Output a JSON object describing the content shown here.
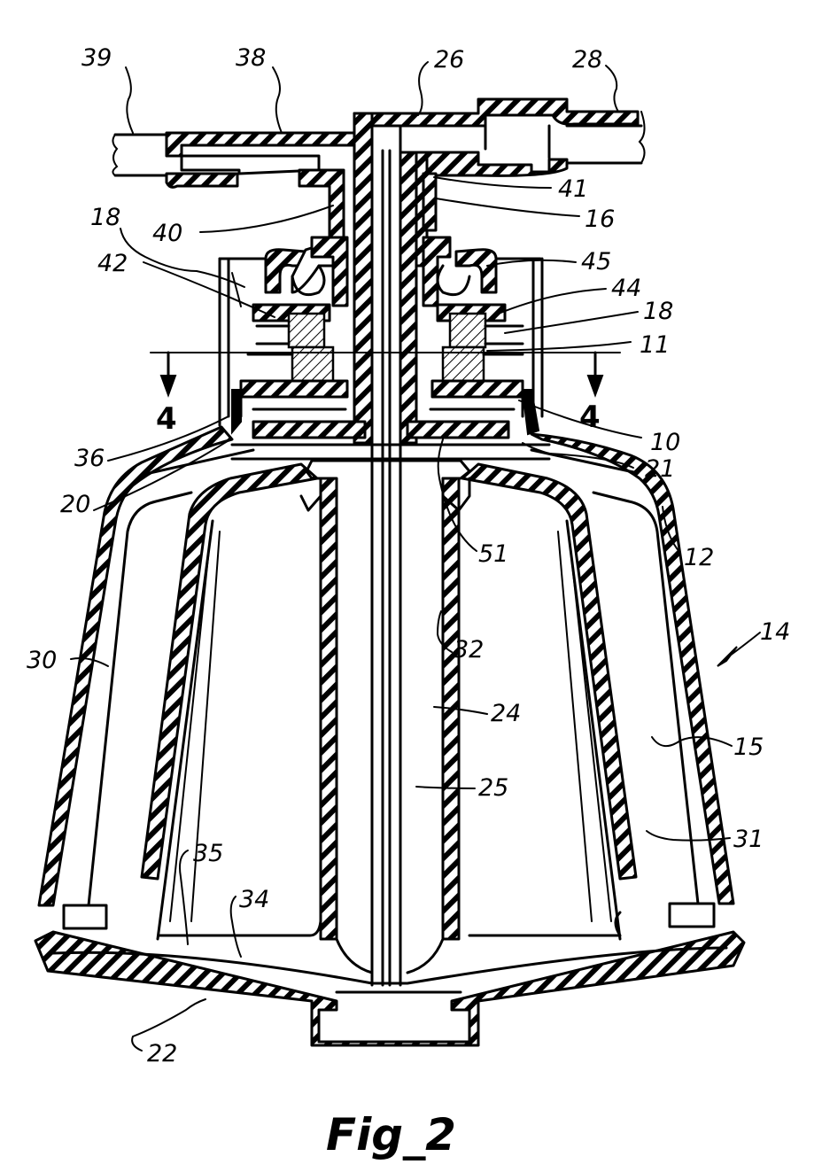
{
  "figure": {
    "caption": "Fig_2",
    "section_label": "4",
    "reference_numerals": {
      "n39": "39",
      "n38": "38",
      "n26": "26",
      "n28": "28",
      "n41": "41",
      "n40": "40",
      "n16": "16",
      "n18a": "18",
      "n18b": "18",
      "n45": "45",
      "n42": "42",
      "n44": "44",
      "n11": "11",
      "n10": "10",
      "n36": "36",
      "n21": "21",
      "n20": "20",
      "n12": "12",
      "n51": "51",
      "n14": "14",
      "n32": "32",
      "n30": "30",
      "n24": "24",
      "n15": "15",
      "n25": "25",
      "n31": "31",
      "n35": "35",
      "n34": "34",
      "n22": "22"
    }
  }
}
